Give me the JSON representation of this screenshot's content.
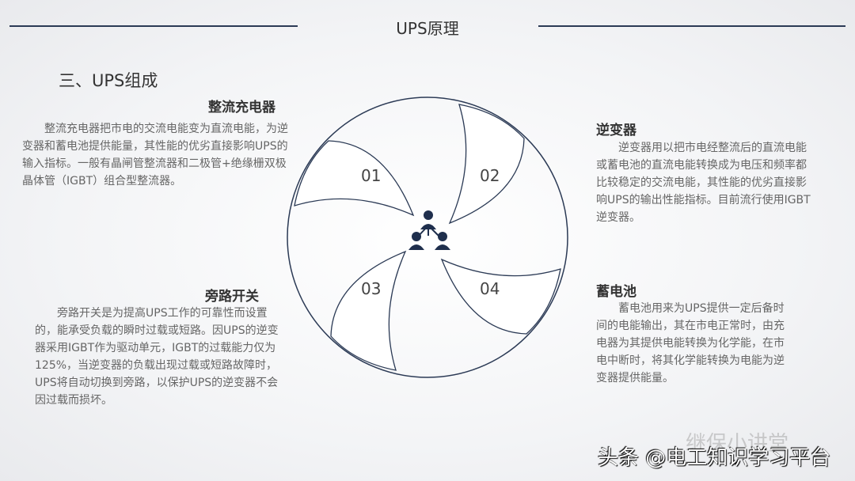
{
  "header": {
    "title": "UPS原理"
  },
  "section": "三、UPS组成",
  "blocks": [
    {
      "num": "01",
      "title": "整流充电器",
      "text": "整流充电器把市电的交流电能变为直流电能，为逆变器和蓄电池提供能量，其性能的优劣直接影响UPS的输入指标。一般有晶闸管整流器和二极管+绝缘栅双极晶体管（IGBT）组合型整流器。"
    },
    {
      "num": "02",
      "title": "逆变器",
      "text": "逆变器用以把市电经整流后的直流电能或蓄电池的直流电能转换成为电压和频率都比较稳定的交流电能，其性能的优劣直接影响UPS的输出性能指标。目前流行使用IGBT逆变器。"
    },
    {
      "num": "03",
      "title": "旁路开关",
      "text": "旁路开关是为提高UPS工作的可靠性而设置的，能承受负载的瞬时过载或短路。因UPS的逆变器采用IGBT作为驱动单元，IGBT的过载能力仅为125%，当逆变器的负载出现过载或短路故障时，UPS将自动切换到旁路，以保护UPS的逆变器不会因过载而损坏。"
    },
    {
      "num": "04",
      "title": "蓄电池",
      "text": "蓄电池用来为UPS提供一定后备时间的电能输出，其在市电正常时，由充电器为其提供电能转换为化学能，在市电中断时，将其化学能转换为电能为逆变器提供能量。"
    }
  ],
  "center_icon": "people-network-icon",
  "watermarks": {
    "wechat": "继保小讲堂",
    "toutiao": "头条 @电工知识学习平台"
  },
  "colors": {
    "line": "#2b3a55",
    "icon": "#1f2f4d"
  }
}
